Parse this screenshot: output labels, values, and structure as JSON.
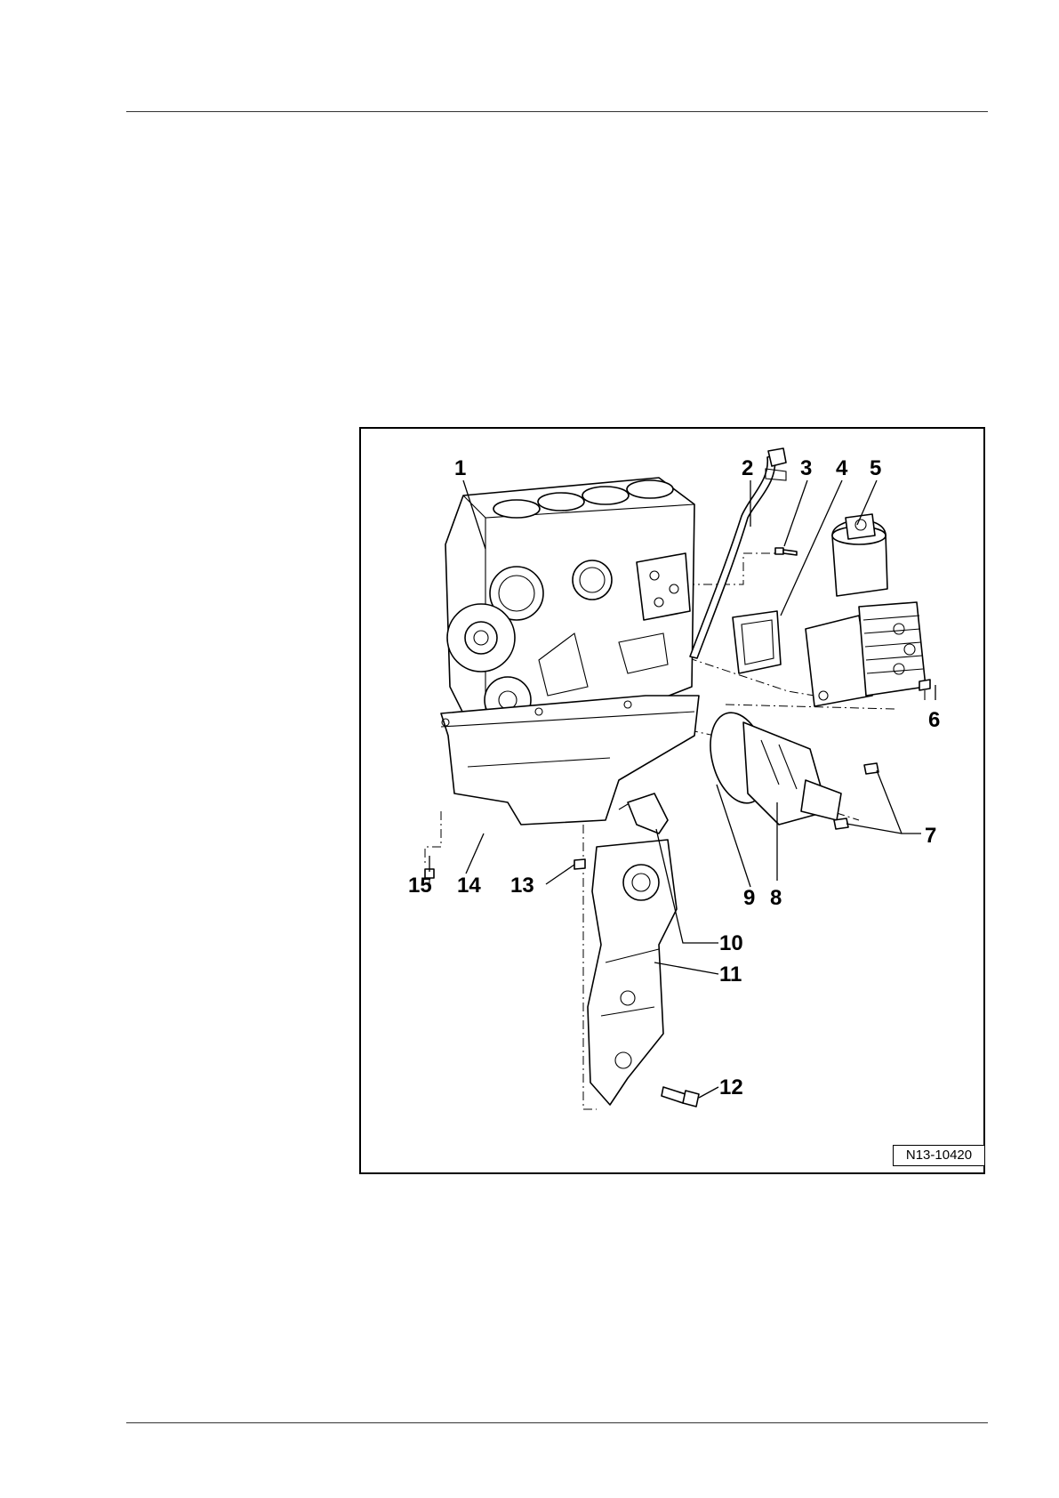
{
  "figure": {
    "reference_code": "N13-10420",
    "callouts": [
      "1",
      "2",
      "3",
      "4",
      "5",
      "6",
      "7",
      "8",
      "9",
      "10",
      "11",
      "12",
      "13",
      "14",
      "15"
    ]
  }
}
